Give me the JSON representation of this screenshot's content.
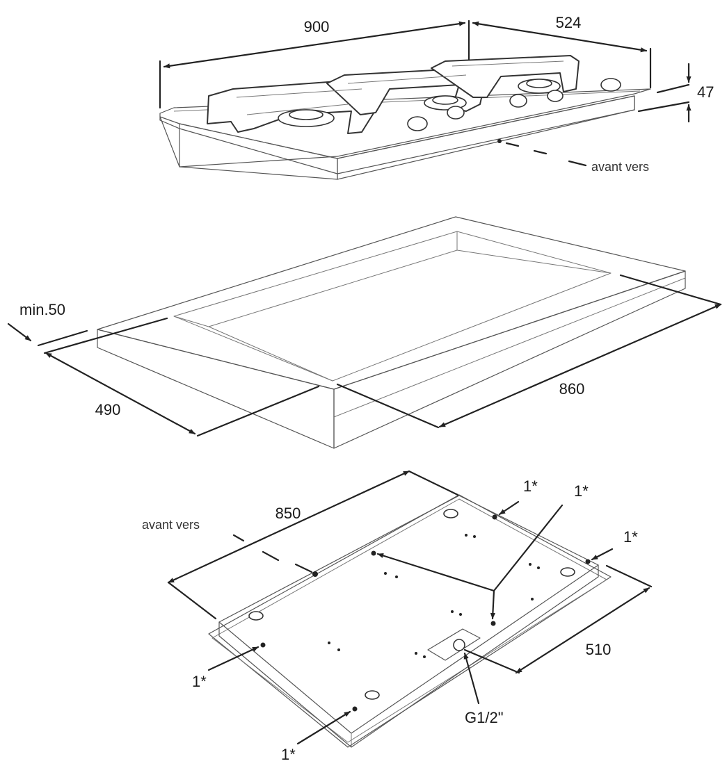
{
  "colors": {
    "line": "#555555",
    "dimension": "#222222",
    "text": "#1a1a1a",
    "background": "#ffffff"
  },
  "hob": {
    "width_label": "900",
    "depth_label": "524",
    "height_label": "47",
    "front_label": "avant vers"
  },
  "cutout": {
    "min_label": "min.50",
    "depth_label": "490",
    "width_label": "860"
  },
  "underside": {
    "length_label": "850",
    "depth_label": "510",
    "front_label": "avant vers",
    "gas_label": "G1/2\"",
    "fixing_labels": [
      "1*",
      "1*",
      "1*",
      "1*",
      "1*"
    ]
  }
}
